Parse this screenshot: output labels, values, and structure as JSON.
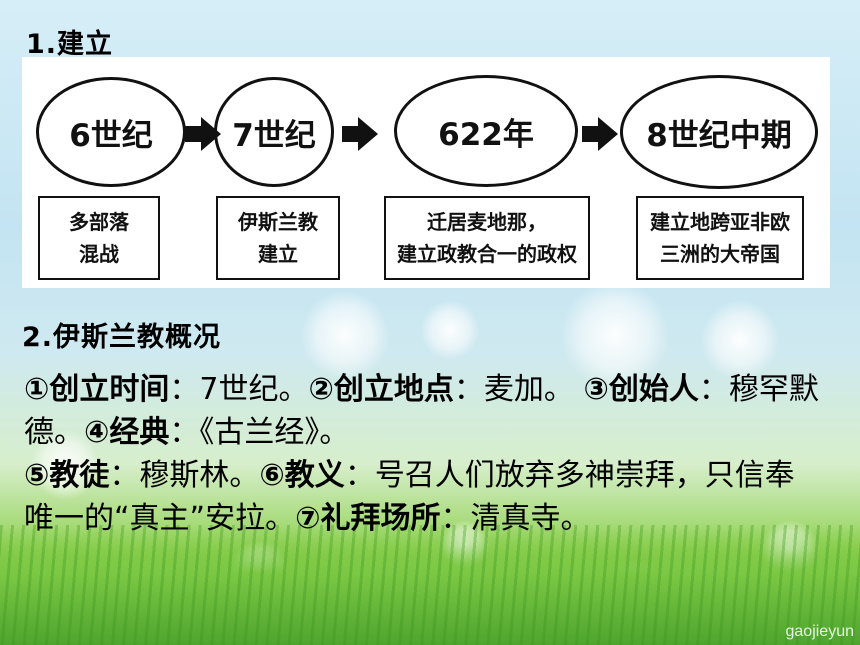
{
  "section1": {
    "title": "1.建立"
  },
  "timeline": [
    {
      "era": "6世纪",
      "desc_lines": [
        "多部落",
        "混战"
      ]
    },
    {
      "era": "7世纪",
      "desc_lines": [
        "伊斯兰教",
        "建立"
      ]
    },
    {
      "era": "622年",
      "desc_lines": [
        "迁居麦地那，",
        "建立政教合一的政权"
      ]
    },
    {
      "era": "8世纪中期",
      "desc_lines": [
        "建立地跨亚非欧",
        "三洲的大帝国"
      ]
    }
  ],
  "section2": {
    "title": "2.伊斯兰教概况",
    "items": [
      {
        "label": "①创立时间",
        "sep": "：",
        "value": "7世纪。"
      },
      {
        "label": "②创立地点",
        "sep": "：",
        "value": "麦加。"
      },
      {
        "label": "③创始人",
        "sep": "：",
        "value": "穆罕默德。"
      },
      {
        "label": "④经典",
        "sep": "：",
        "value": "《古兰经》。"
      },
      {
        "label": "⑤教徒",
        "sep": "：",
        "value": "穆斯林。"
      },
      {
        "label": "⑥教义",
        "sep": "：",
        "value": "号召人们放弃多神崇拜，只信奉唯一的“真主”安拉。"
      },
      {
        "label": "⑦礼拜场所",
        "sep": "：",
        "value": "清真寺。"
      }
    ]
  },
  "watermark": "gaojieyun"
}
